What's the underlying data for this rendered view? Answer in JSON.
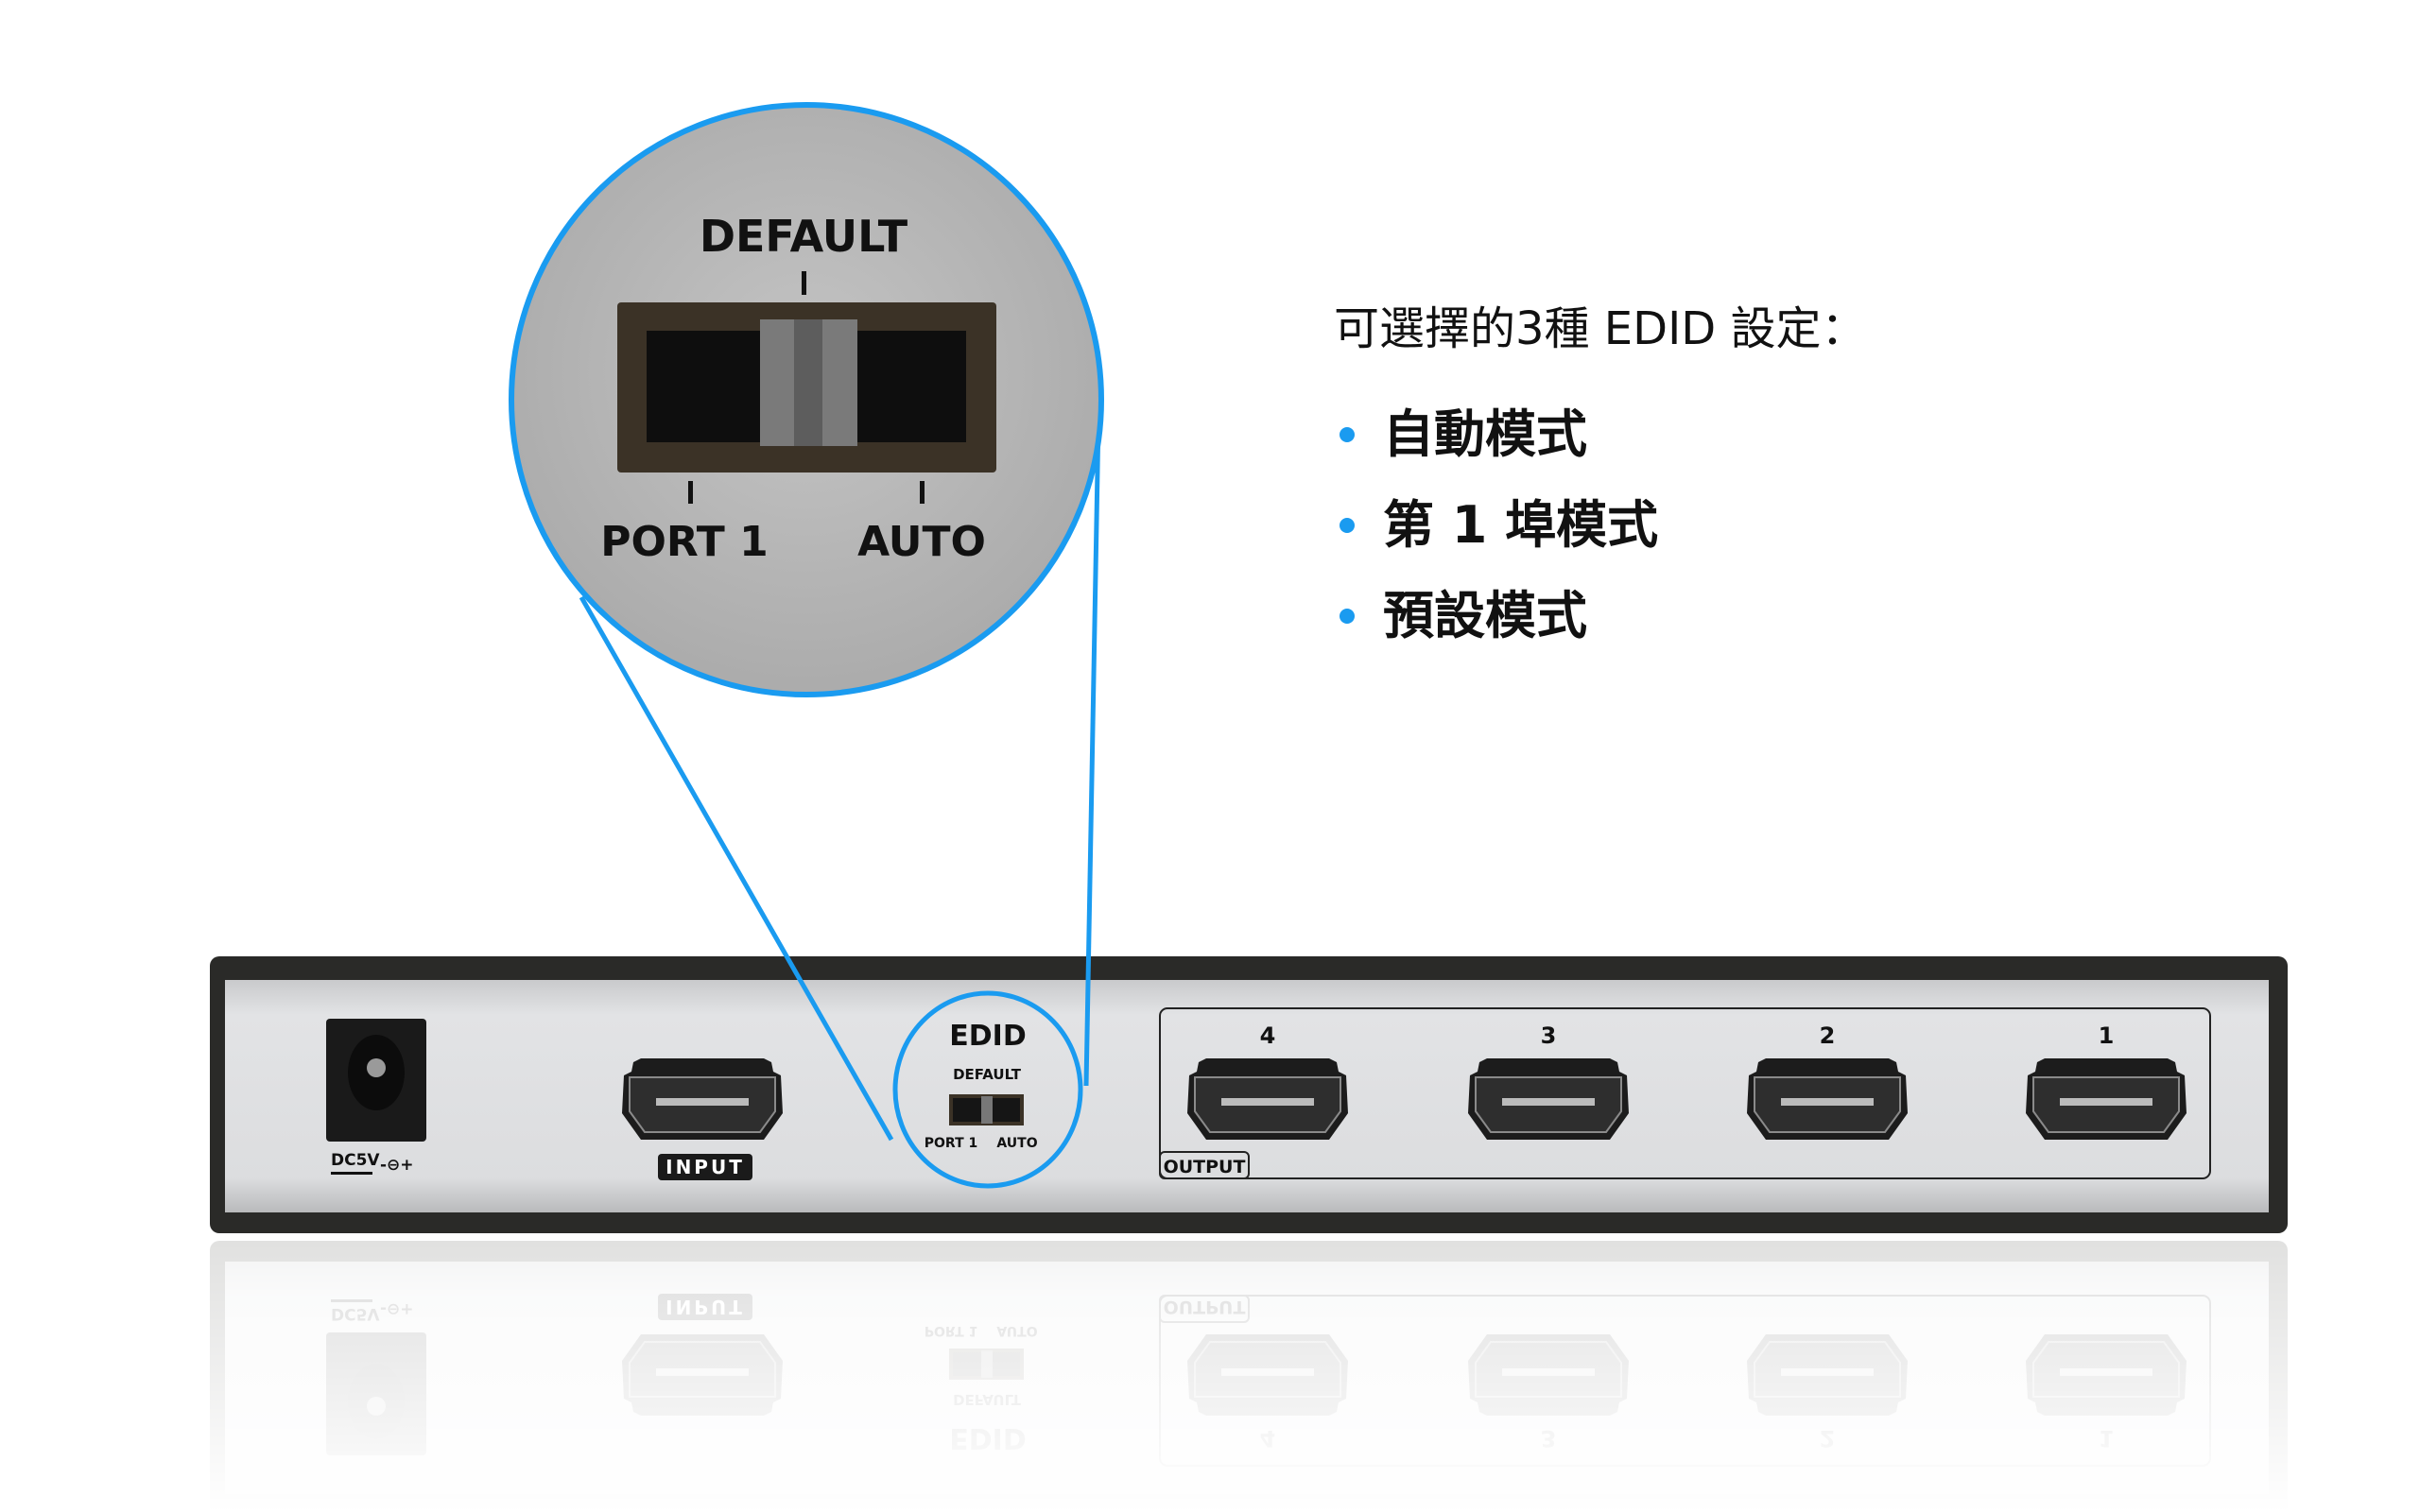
{
  "callout": {
    "title": "可選擇的3種 EDID 設定：",
    "modes": [
      {
        "label": "自動模式"
      },
      {
        "label": "第 1 埠模式"
      },
      {
        "label": "預設模式"
      }
    ]
  },
  "magnifier": {
    "default_label": "DEFAULT",
    "port1_label": "PORT 1",
    "auto_label": "AUTO"
  },
  "device": {
    "power_label": "DC5V",
    "power_symbol": "-⊖+",
    "input_label": "INPUT",
    "edid": {
      "title": "EDID",
      "default_label": "DEFAULT",
      "port1_label": "PORT 1",
      "auto_label": "AUTO"
    },
    "output_label": "OUTPUT",
    "output_ports": [
      {
        "label": "4"
      },
      {
        "label": "3"
      },
      {
        "label": "2"
      },
      {
        "label": "1"
      }
    ]
  },
  "colors": {
    "accent": "#1a9bf0",
    "silver": "#d9dadc",
    "rim": "#2a2a28"
  }
}
